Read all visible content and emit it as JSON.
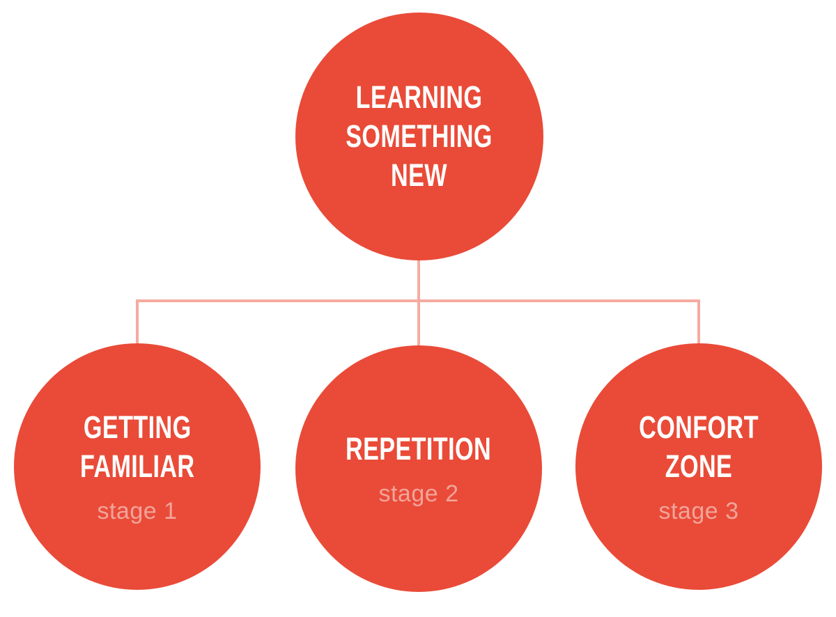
{
  "diagram": {
    "title_node_text": "LEARNING SOMETHING NEW",
    "colors": {
      "circle_fill": "#e94b38",
      "connector": "#f5aba0",
      "label_text": "#ffffff",
      "stage_text": "#f2a49a",
      "background": "#ffffff"
    }
  },
  "root": {
    "label": "LEARNING\nSOMETHING\nNEW"
  },
  "stages": [
    {
      "label": "GETTING\nFAMILIAR",
      "stage": "stage 1"
    },
    {
      "label": "REPETITION",
      "stage": "stage 2"
    },
    {
      "label": "CONFORT\nZONE",
      "stage": "stage 3"
    }
  ]
}
